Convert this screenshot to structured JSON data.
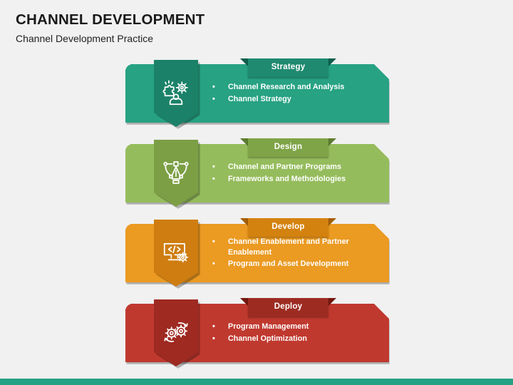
{
  "header": {
    "title": "CHANNEL DEVELOPMENT",
    "subtitle": "Channel Development Practice"
  },
  "theme": {
    "background": "#f1f1f1",
    "bottom_bar_color": "#27a184",
    "title_color": "#1a1a1a",
    "bullet_text_color": "#ffffff"
  },
  "rows": [
    {
      "label": "Strategy",
      "icon": "puzzle-gear-person-icon",
      "panel_color": "#27a283",
      "badge_color": "#1b8269",
      "ribbon_color": "#1f8a70",
      "ribbon_fold_color": "#0e5f4b",
      "bullets": [
        "Channel Research and Analysis",
        "Channel Strategy"
      ]
    },
    {
      "label": "Design",
      "icon": "bezier-pen-tool-icon",
      "panel_color": "#95bc5c",
      "badge_color": "#7c9f45",
      "ribbon_color": "#7fa447",
      "ribbon_fold_color": "#5d7d30",
      "bullets": [
        "Channel and Partner Programs",
        "Frameworks and Methodologies"
      ]
    },
    {
      "label": "Develop",
      "icon": "code-monitor-gear-icon",
      "panel_color": "#eb9a22",
      "badge_color": "#cf7d10",
      "ribbon_color": "#d4820f",
      "ribbon_fold_color": "#a35f05",
      "bullets": [
        "Channel Enablement and Partner Enablement",
        "Program and Asset Development"
      ]
    },
    {
      "label": "Deploy",
      "icon": "two-gears-cycle-icon",
      "panel_color": "#c0392f",
      "badge_color": "#9e2a22",
      "ribbon_color": "#9d2b22",
      "ribbon_fold_color": "#72180f",
      "bullets": [
        "Program Management",
        "Channel Optimization"
      ]
    }
  ],
  "bullet_marker": "•"
}
